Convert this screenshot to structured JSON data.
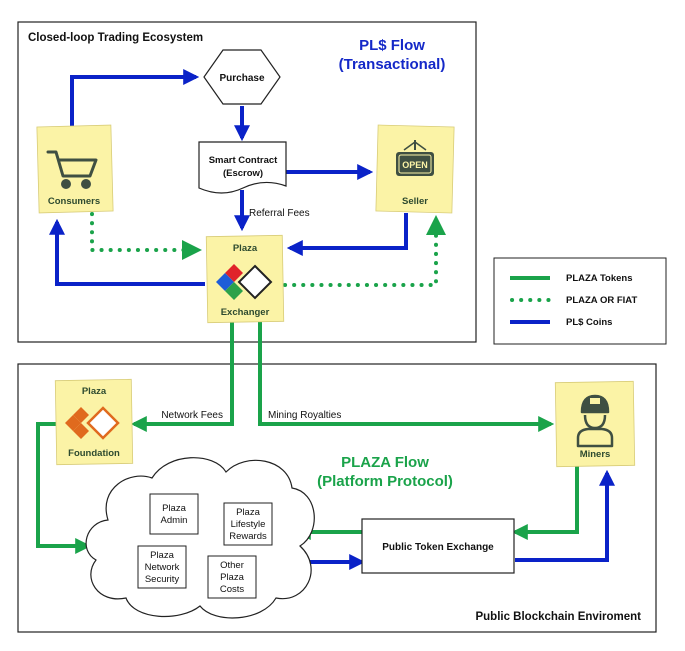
{
  "top_section": {
    "title": "Closed-loop Trading Ecosystem",
    "flow_title_line1": "PL$ Flow",
    "flow_title_line2": "(Transactional)"
  },
  "bottom_section": {
    "title": "Public Blockchain Enviroment",
    "flow_title_line1": "PLAZA Flow",
    "flow_title_line2": "(Platform Protocol)"
  },
  "nodes": {
    "purchase": "Purchase",
    "smart_contract_line1": "Smart Contract",
    "smart_contract_line2": "(Escrow)",
    "consumers": "Consumers",
    "seller": "Seller",
    "seller_sign": "OPEN",
    "plaza_exchanger_line1": "Plaza",
    "plaza_exchanger_line2": "Exchanger",
    "plaza_foundation_line1": "Plaza",
    "plaza_foundation_line2": "Foundation",
    "miners": "Miners",
    "public_token_exchange": "Public Token Exchange"
  },
  "edge_labels": {
    "referral_fees": "Referral Fees",
    "network_fees": "Network Fees",
    "mining_royalties": "Mining Royalties"
  },
  "cloud_items": {
    "admin_line1": "Plaza",
    "admin_line2": "Admin",
    "lifestyle_line1": "Plaza",
    "lifestyle_line2": "Lifestyle",
    "lifestyle_line3": "Rewards",
    "network_line1": "Plaza",
    "network_line2": "Network",
    "network_line3": "Security",
    "other_line1": "Other",
    "other_line2": "Plaza",
    "other_line3": "Costs"
  },
  "legend": {
    "items": [
      {
        "label": "PLAZA Tokens",
        "style": "solid",
        "color": "#1aa34a"
      },
      {
        "label": "PLAZA OR FIAT",
        "style": "dotted",
        "color": "#1aa34a"
      },
      {
        "label": "PL$ Coins",
        "style": "solid",
        "color": "#0a22c8"
      }
    ]
  },
  "colors": {
    "blue_flow": "#0a22c8",
    "green_flow": "#1aa34a",
    "sticky_note": "#fbf3a6",
    "icon_dark": "#3f4f42",
    "diamond_red": "#e0242a",
    "diamond_blue": "#1e5dd8",
    "diamond_green": "#2ca24a",
    "foundation_orange": "#e06a1e"
  }
}
